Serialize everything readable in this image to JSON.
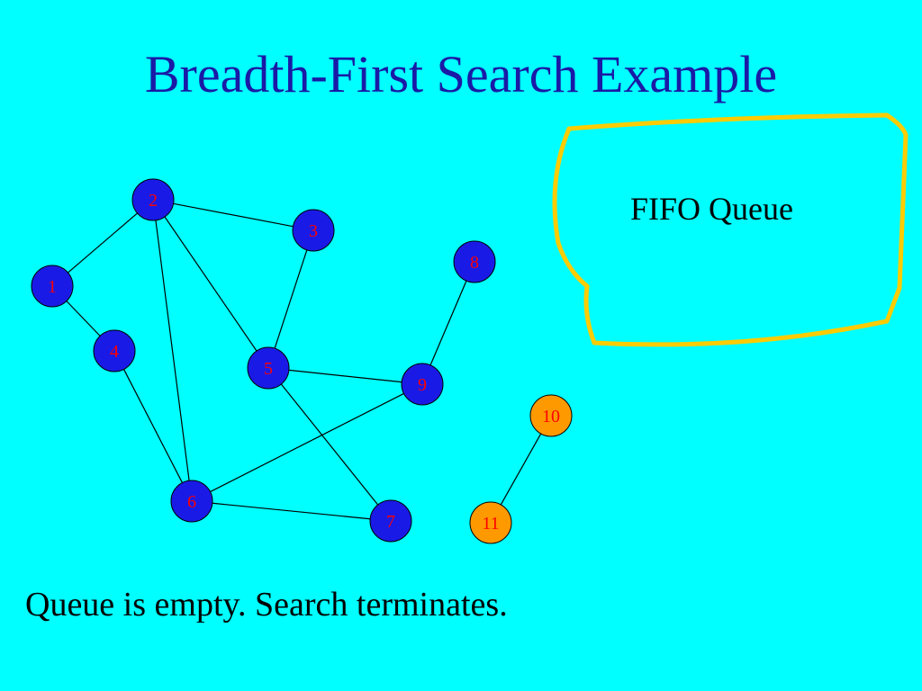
{
  "slide": {
    "title": "Breadth-First Search Example",
    "queue_label": "FIFO Queue",
    "status_message": "Queue is empty. Search terminates."
  },
  "colors": {
    "background": "#00FFFF",
    "title": "#1A1AA6",
    "node_visited": "#1A1AE6",
    "node_unreached": "#FF9900",
    "node_label": "#FF0000",
    "node_border": "#000000",
    "edge": "#000000",
    "queue_outline": "#FFCC00"
  },
  "graph": {
    "nodes": [
      {
        "id": "1",
        "state": "visited"
      },
      {
        "id": "2",
        "state": "visited"
      },
      {
        "id": "3",
        "state": "visited"
      },
      {
        "id": "4",
        "state": "visited"
      },
      {
        "id": "5",
        "state": "visited"
      },
      {
        "id": "6",
        "state": "visited"
      },
      {
        "id": "7",
        "state": "visited"
      },
      {
        "id": "8",
        "state": "visited"
      },
      {
        "id": "9",
        "state": "visited"
      },
      {
        "id": "10",
        "state": "unreached"
      },
      {
        "id": "11",
        "state": "unreached"
      }
    ],
    "edges": [
      [
        "1",
        "2"
      ],
      [
        "1",
        "4"
      ],
      [
        "2",
        "3"
      ],
      [
        "2",
        "5"
      ],
      [
        "2",
        "6"
      ],
      [
        "3",
        "5"
      ],
      [
        "4",
        "6"
      ],
      [
        "5",
        "9"
      ],
      [
        "5",
        "7"
      ],
      [
        "6",
        "9"
      ],
      [
        "6",
        "7"
      ],
      [
        "8",
        "9"
      ],
      [
        "10",
        "11"
      ]
    ],
    "queue_contents": []
  }
}
